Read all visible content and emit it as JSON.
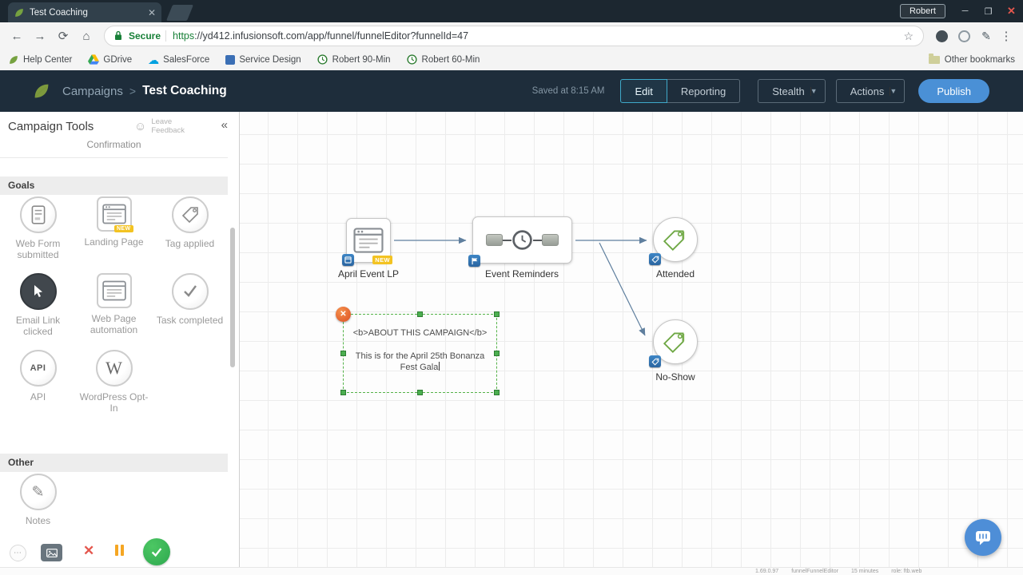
{
  "colors": {
    "header_navy": "#1e2d3b",
    "publish_blue": "#4a90d6",
    "secure_green": "#188038",
    "note_green": "#56b34a",
    "delete_orange": "#dc4f22",
    "badge_yellow": "#f3c322",
    "intercom_blue": "#4e8ed7"
  },
  "browser": {
    "tab_title": "Test Coaching",
    "profile_name": "Robert",
    "address": {
      "secure_label": "Secure",
      "scheme": "https",
      "url_rest": "://yd412.infusionsoft.com/app/funnel/funnelEditor?funnelId=47"
    },
    "bookmarks": [
      {
        "label": "Help Center"
      },
      {
        "label": "GDrive"
      },
      {
        "label": "SalesForce"
      },
      {
        "label": "Service Design"
      },
      {
        "label": "Robert 90-Min"
      },
      {
        "label": "Robert 60-Min"
      }
    ],
    "other_bookmarks_label": "Other bookmarks"
  },
  "app_header": {
    "breadcrumb_section": "Campaigns",
    "breadcrumb_separator": ">",
    "campaign_title": "Test Coaching",
    "saved_status": "Saved at 8:15 AM",
    "edit_label": "Edit",
    "reporting_label": "Reporting",
    "stealth_label": "Stealth",
    "actions_label": "Actions",
    "publish_label": "Publish"
  },
  "sidebar": {
    "title": "Campaign Tools",
    "feedback_line1": "Leave",
    "feedback_line2": "Feedback",
    "partial_item_label": "Confirmation",
    "goals_header": "Goals",
    "other_header": "Other",
    "goals": [
      {
        "label": "Web Form submitted"
      },
      {
        "label": "Landing Page",
        "badge": "NEW"
      },
      {
        "label": "Tag applied"
      },
      {
        "label": "Email Link clicked"
      },
      {
        "label": "Web Page automation"
      },
      {
        "label": "Task completed"
      },
      {
        "label": "API",
        "icon_text": "API"
      },
      {
        "label": "WordPress Opt-In",
        "icon_text": "W"
      }
    ],
    "other_items": [
      {
        "label": "Notes"
      }
    ]
  },
  "canvas": {
    "nodes": [
      {
        "label": "April Event LP",
        "badge": "NEW"
      },
      {
        "label": "Event Reminders"
      },
      {
        "label": "Attended"
      },
      {
        "label": "No-Show"
      }
    ],
    "note": {
      "title_line": "<b>ABOUT THIS CAMPAIGN</b>",
      "body_line": "This is for the April 25th Bonanza Fest Gala"
    },
    "footer": {
      "version": "1.69.0.97",
      "module": "funnelFunnelEditor",
      "elapsed": "15 minutes",
      "role": "role: ftb.web"
    }
  }
}
